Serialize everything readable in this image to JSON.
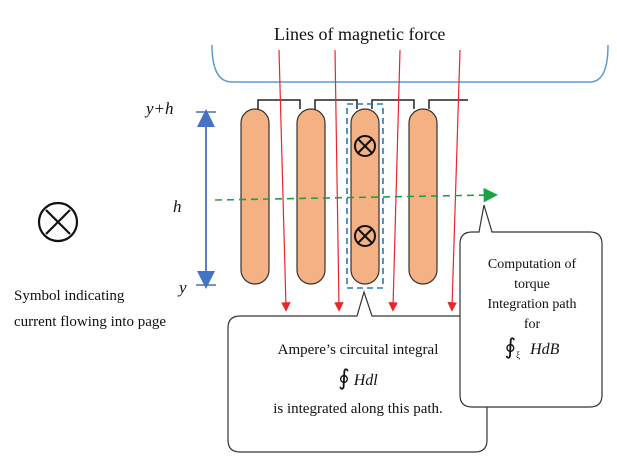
{
  "title": "Lines of magnetic force",
  "axis_labels": {
    "top": "y+h",
    "middle": "h",
    "bottom": "y"
  },
  "legend": {
    "symbol_icon": "current-into-page-icon",
    "line1": "Symbol indicating",
    "line2": "current flowing into page"
  },
  "ampere_callout": {
    "line1": "Ampere’s circuital integral",
    "integral_sign": "∮",
    "integrand": "Hdl",
    "line3": "is integrated along this path."
  },
  "torque_callout": {
    "line1": "Computation of",
    "line2": "torque",
    "line3": "Integration path",
    "line4": "for",
    "integral_sign": "∮",
    "subscript": "ξ",
    "integrand": "HdB"
  },
  "colors": {
    "conductor_fill": "#f4b183",
    "conductor_stroke": "#333333",
    "field_line": "#e8262b",
    "h_arrow": "#4472c4",
    "dashed_path": "#2e75b6",
    "torque_path": "#1aa343",
    "brace": "#5b9bd5"
  }
}
